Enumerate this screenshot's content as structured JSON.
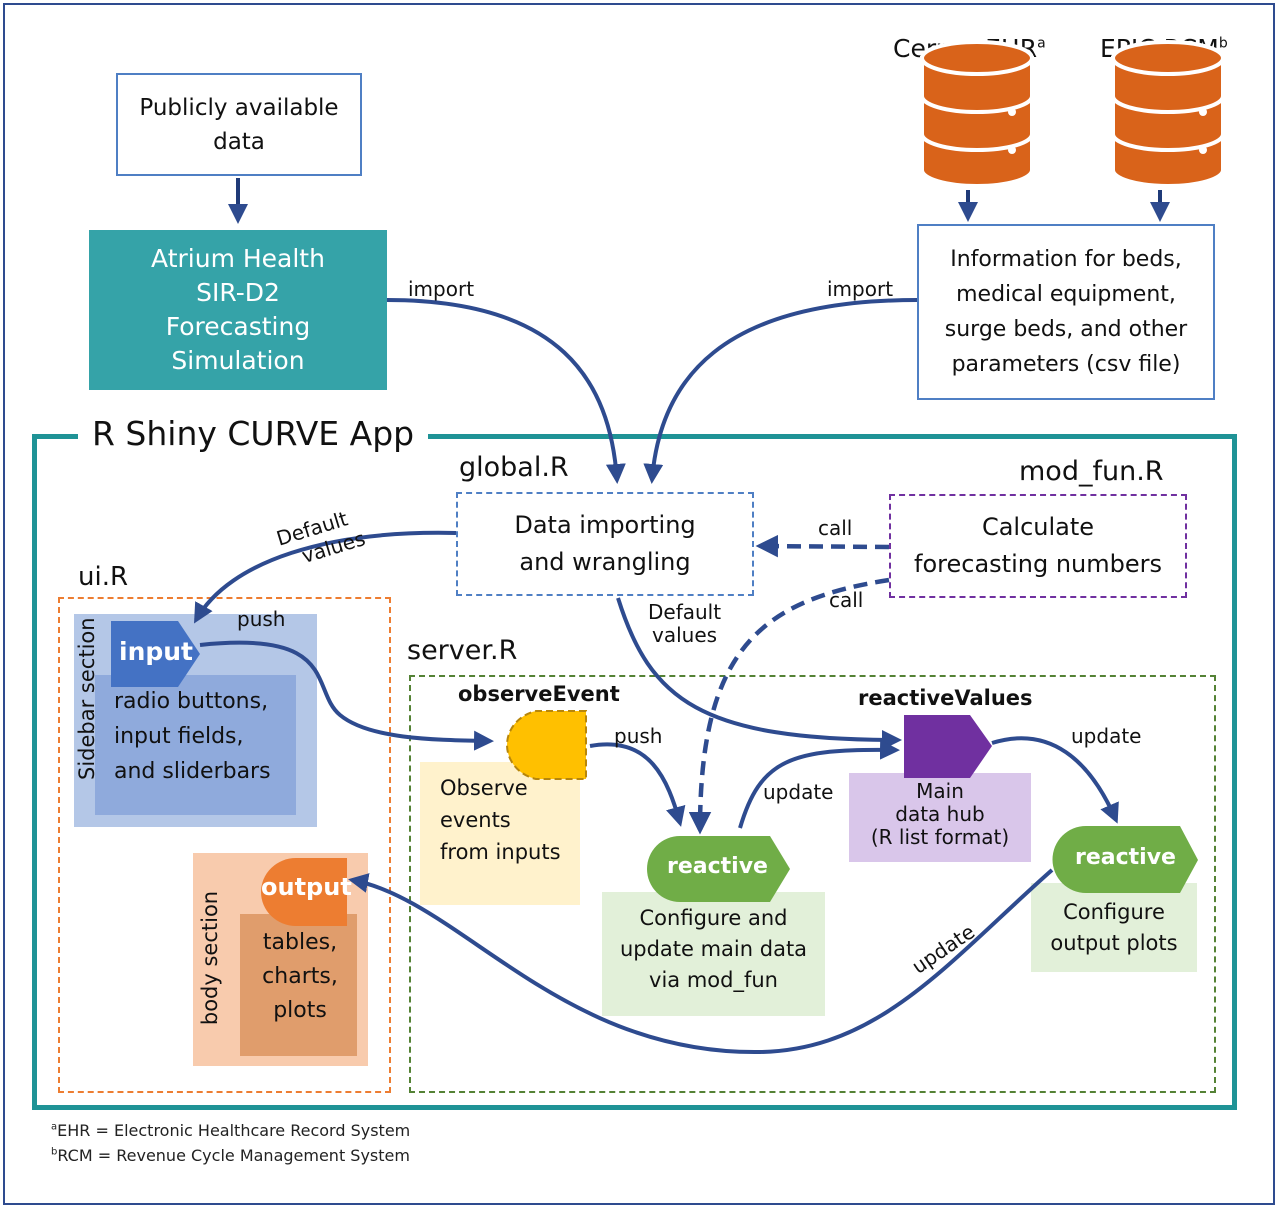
{
  "sources": {
    "public_data": "Publicly available data",
    "simulation": [
      "Atrium Health",
      "SIR-D2",
      "Forecasting",
      "Simulation"
    ],
    "cerner": {
      "label": "Cerner EHR",
      "sup": "a"
    },
    "epic": {
      "label": "EPIC RCM",
      "sup": "b"
    },
    "info_file": [
      "Information for beds,",
      "medical equipment,",
      "surge beds, and other",
      "parameters (csv file)"
    ]
  },
  "arrows": {
    "import_left": "import",
    "import_right": "import",
    "default_values_1": [
      "Default",
      "values"
    ],
    "default_values_2": [
      "Default",
      "values"
    ],
    "call_1": "call",
    "call_2": "call",
    "push_1": "push",
    "push_2": "push",
    "update_1": "update",
    "update_2": "update",
    "update_3": "update"
  },
  "app": {
    "title": "R Shiny CURVE App",
    "global": {
      "file": "global.R",
      "text": [
        "Data importing",
        "and wrangling"
      ]
    },
    "mod_fun": {
      "file": "mod_fun.R",
      "text": [
        "Calculate",
        "forecasting numbers"
      ]
    },
    "ui": {
      "file": "ui.R",
      "sidebar_label": "Sidebar section",
      "input_tag": "input",
      "input_items": [
        "radio buttons,",
        "input fields,",
        "and sliderbars"
      ],
      "body_label": "body section",
      "output_tag": "output",
      "output_items": [
        "tables,",
        "charts,",
        "plots"
      ]
    },
    "server": {
      "file": "server.R",
      "observe_title": "observeEvent",
      "observe_text": [
        "Observe",
        "events",
        "from inputs"
      ],
      "reactive_1_tag": "reactive",
      "reactive_1_text": [
        "Configure and",
        "update main data",
        "via mod_fun"
      ],
      "rv_title": "reactiveValues",
      "rv_text": [
        "Main",
        "data hub",
        "(R list format)"
      ],
      "reactive_2_tag": "reactive",
      "reactive_2_text": [
        "Configure",
        "output plots"
      ]
    }
  },
  "footnotes": {
    "a": {
      "sup": "a",
      "text": "EHR = Electronic Healthcare Record System"
    },
    "b": {
      "sup": "b",
      "text": "RCM = Revenue Cycle Management System"
    }
  },
  "colors": {
    "navy_arrow": "#2e4b8f",
    "teal": "#35a3a8",
    "app_border": "#1f9396",
    "db_orange": "#d9631a",
    "input_blue": "#4472c4",
    "reactive_green": "#70ad47",
    "rv_purple": "#7030a0",
    "observe_yellow": "#ffc000",
    "output_orange": "#ed7d31"
  },
  "icons": [
    "database-icon",
    "arrow-icon"
  ]
}
